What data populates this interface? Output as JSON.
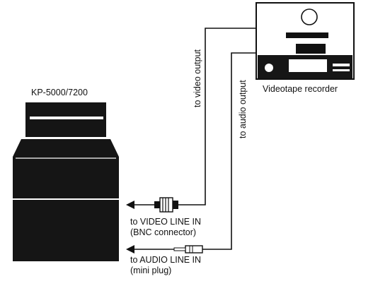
{
  "labels": {
    "tv_model": "KP-5000/7200",
    "vcr": "Videotape recorder",
    "video_output": "to video output",
    "audio_output": "to audio output",
    "video_in_line1": "to VIDEO LINE IN",
    "video_in_line2": "(BNC connector)",
    "audio_in_line1": "to AUDIO LINE IN",
    "audio_in_line2": "(mini plug)"
  },
  "colors": {
    "ink": "#111111",
    "paper": "#ffffff"
  }
}
